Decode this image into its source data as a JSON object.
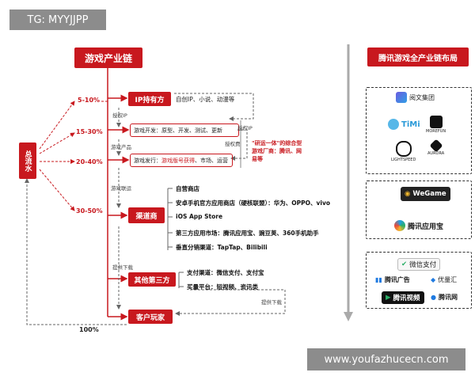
{
  "watermark_top": "TG: MYYJJPP",
  "watermark_bottom": "www.youfazhucecn.com",
  "chain_title": "游戏产业链",
  "left_node": "总流水",
  "percents": [
    "5-10%",
    "15-30%",
    "20-40%",
    "30-50%"
  ],
  "bottom_percent": "100%",
  "nodes": {
    "ip": {
      "label": "IP持有方",
      "desc": "自创IP、小说、动漫等"
    },
    "dev": {
      "label": "游戏开发：原型、开发、测试、更新"
    },
    "pub": {
      "prefix": "游戏发行：",
      "highlight": "游戏版号获得",
      "suffix": "、市场、运营"
    },
    "channel": {
      "label": "渠道商"
    },
    "third": {
      "label": "其他第三方"
    },
    "player": {
      "label": "客户玩家"
    }
  },
  "edge_labels": {
    "auth_ip_1": "授权IP",
    "auth_ip_2": "授权IP",
    "auth_fee": "授权费",
    "game_product": "游戏产品",
    "game_link": "游戏联运",
    "provide_download_1": "提供下载",
    "provide_download_2": "提供下载"
  },
  "integration_note": "\"研运一体\"的综合型游戏厂商：腾讯、网易等",
  "channels": [
    "自营商店",
    "安卓手机官方应用商店（硬核联盟）：华为、OPPO、vivo",
    "iOS App Store",
    "第三方应用市场：腾讯应用宝、豌豆荚、360手机助手",
    "垂直分销渠道：TapTap、Bilibili"
  ],
  "third_party": [
    "支付渠道：微信支付、支付宝",
    "买量平台：短视频、资讯类"
  ],
  "right_title": "腾讯游戏全产业链布局",
  "panel1": {
    "yuewen": "阅文集团",
    "timi": "TiMi",
    "morefun": "MOREFUN",
    "lightspeed": "LIGHTSPEED",
    "aurora": "AURORA"
  },
  "panel2": {
    "wegame": "WeGame",
    "yingyongbao": "腾讯应用宝"
  },
  "panel3": {
    "wxpay": "微信支付",
    "guanggao": "腾讯广告",
    "youlianghui": "优量汇",
    "shipin": "腾讯视频",
    "tengxunwang": "腾讯网"
  },
  "colors": {
    "red": "#c8181e",
    "accent_green": "#2aae67",
    "accent_blue": "#1f7ae0"
  }
}
